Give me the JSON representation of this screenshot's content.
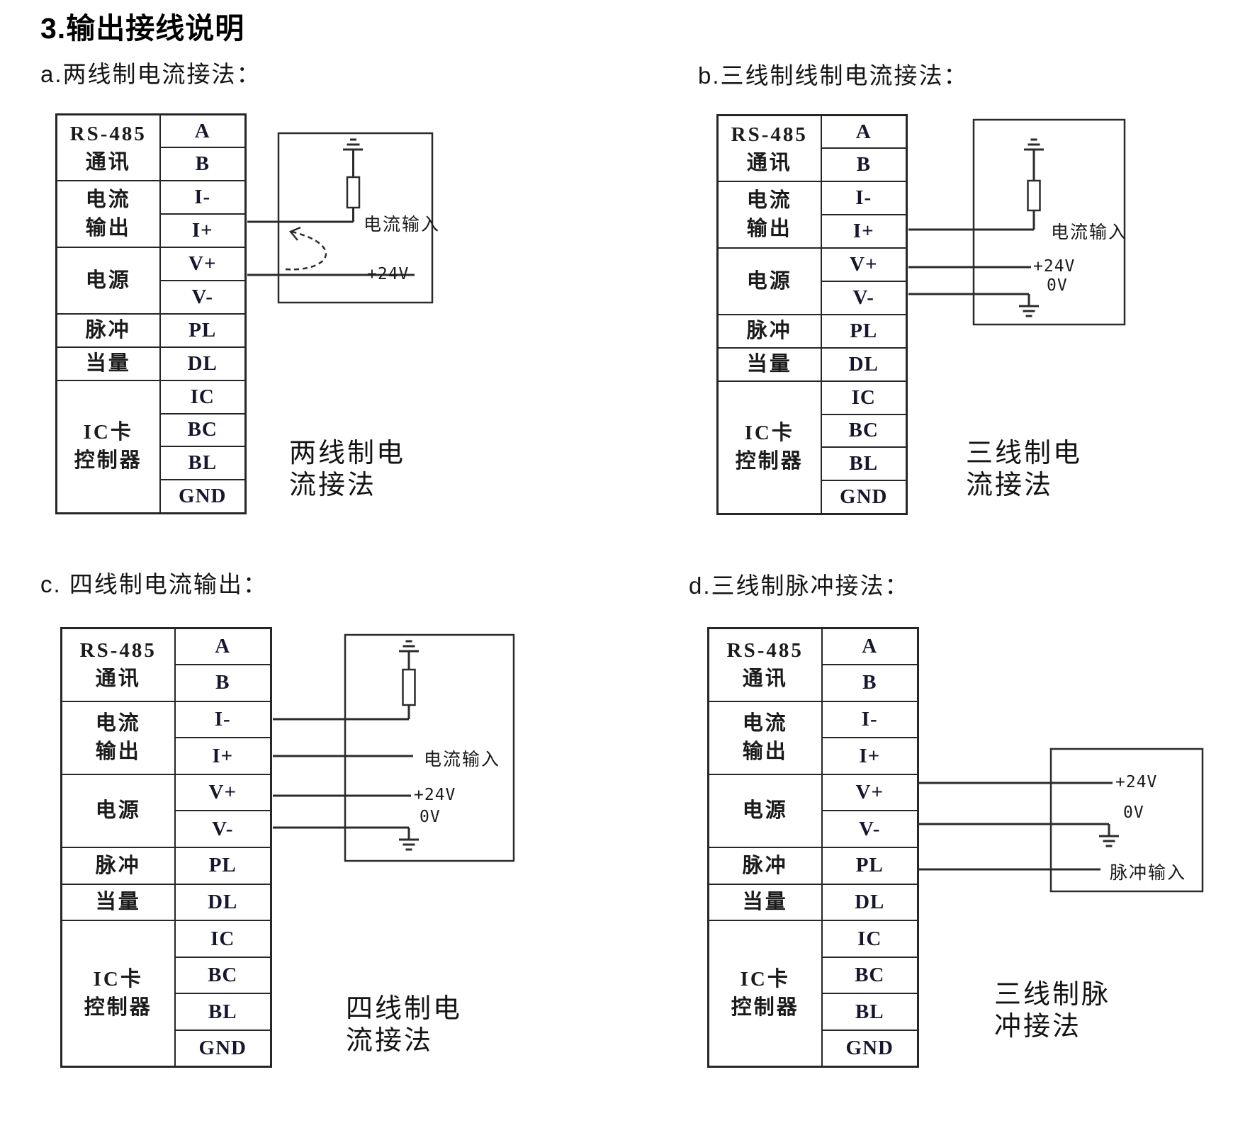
{
  "page": {
    "title": "3.输出接线说明"
  },
  "colors": {
    "ink": "#1a1a1a",
    "line": "#2b2b2b",
    "terminal_text": "#16162e"
  },
  "terminal_table": {
    "groups": [
      {
        "lines": [
          "RS-485",
          "通讯"
        ],
        "span": 2
      },
      {
        "lines": [
          "电流",
          "输出"
        ],
        "span": 2
      },
      {
        "lines": [
          "电源"
        ],
        "span": 2
      },
      {
        "lines": [
          "脉冲"
        ],
        "span": 1
      },
      {
        "lines": [
          "当量"
        ],
        "span": 1
      },
      {
        "lines": [
          "IC卡",
          "控制器"
        ],
        "span": 4
      }
    ],
    "terminals": [
      "A",
      "B",
      "I-",
      "I+",
      "V+",
      "V-",
      "PL",
      "DL",
      "IC",
      "BC",
      "BL",
      "GND"
    ]
  },
  "diagrams": {
    "a": {
      "heading": "a.两线制电流接法：",
      "caption": [
        "两线制电",
        "流接法"
      ],
      "labels": {
        "current_input": "电流输入",
        "v24": "+24V"
      }
    },
    "b": {
      "heading": "b.三线制线制电流接法：",
      "caption": [
        "三线制电",
        "流接法"
      ],
      "labels": {
        "current_input": "电流输入",
        "v24": "+24V",
        "v0": "0V"
      }
    },
    "c": {
      "heading": "c. 四线制电流输出：",
      "caption": [
        "四线制电",
        "流接法"
      ],
      "labels": {
        "current_input": "电流输入",
        "v24": "+24V",
        "v0": "0V"
      }
    },
    "d": {
      "heading": "d.三线制脉冲接法：",
      "caption": [
        "三线制脉",
        "冲接法"
      ],
      "labels": {
        "v24": "+24V",
        "v0": "0V",
        "pulse_input": "脉冲输入"
      }
    }
  }
}
